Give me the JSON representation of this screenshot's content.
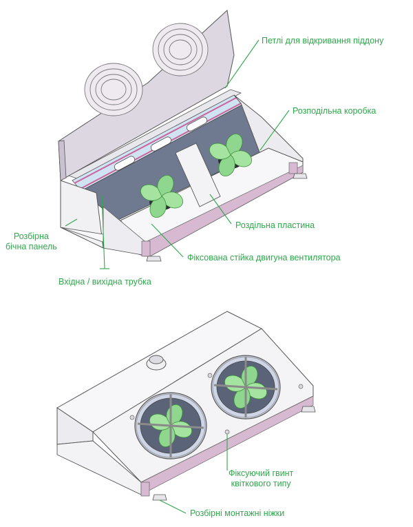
{
  "labels": {
    "tray_hinges": "Петлі для відкривання піддону",
    "distribution_box": "Розподільна коробка",
    "separating_plate": "Роздільна пластина",
    "removable_side_panel_1": "Розбірна",
    "removable_side_panel_2": "бічна панель",
    "fixed_motor_stand": "Фіксована стійка двигуна вентилятора",
    "inlet_outlet_pipe": "Вхідна / вихідна трубка",
    "fixing_screw_1": "Фіксуючий гвинт",
    "fixing_screw_2": "квіткового типу",
    "mounting_feet": "Розбірні монтажні ніжки"
  },
  "colors": {
    "label": "#2ea84a",
    "casing": "#f4f4f6",
    "lid": "#ddd7e2",
    "pink_strip": "#d7b9d1",
    "coil": "#cfe3f2",
    "panel": "#6f7a90",
    "blade": "#8fd68f"
  }
}
